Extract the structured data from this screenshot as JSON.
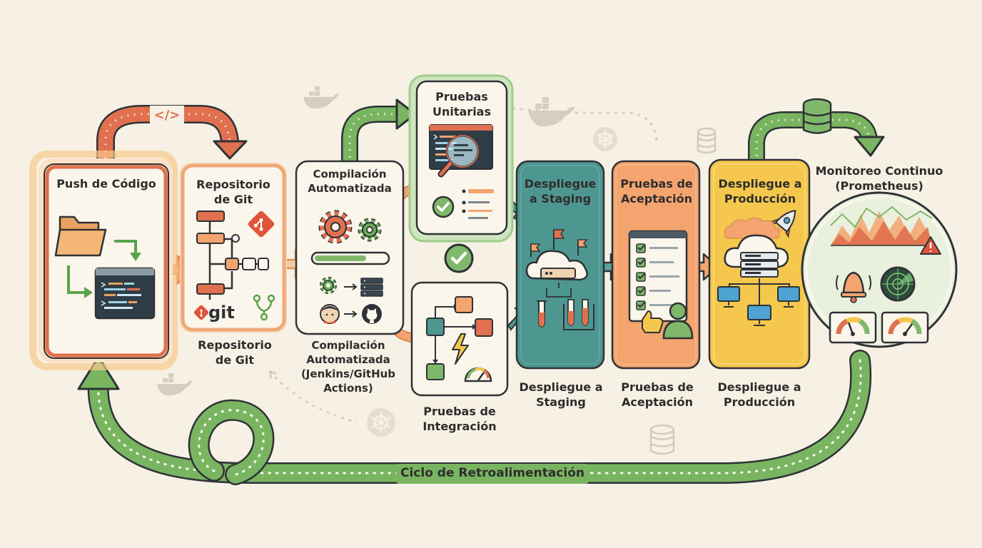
{
  "stages": {
    "push": {
      "title": "Push de Código"
    },
    "repo": {
      "title": "Repositorio de Git",
      "caption": "Repositorio de Git",
      "logo_text": "git"
    },
    "build": {
      "title": "Compilación Automatizada",
      "caption": "Compilación Automatizada (Jenkins/GitHub Actions)"
    },
    "unit": {
      "title": "Pruebas Unitarias"
    },
    "integration": {
      "caption": "Pruebas de Integración"
    },
    "staging": {
      "title": "Despliegue a Staging",
      "caption": "Despliegue a Staging"
    },
    "acceptance": {
      "title": "Pruebas de Aceptación",
      "caption": "Pruebas de Aceptación"
    },
    "production": {
      "title": "Despliegue a Producción",
      "caption": "Despliegue a Producción"
    },
    "monitoring": {
      "title": "Monitoreo Continuo (Prometheus)"
    }
  },
  "top_code_symbol": "</>",
  "feedback_label": "Ciclo de Retroalimentación",
  "icons": [
    "folder-icon",
    "terminal-icon",
    "git-branch-icon",
    "git-logo-icon",
    "gear-icon",
    "progress-bar-icon",
    "server-icon",
    "jenkins-icon",
    "github-icon",
    "magnifier-icon",
    "checkmark-icon",
    "flowchart-icon",
    "lightning-icon",
    "gauge-icon",
    "cloud-icon",
    "flag-icon",
    "test-tube-icon",
    "checklist-icon",
    "thumbs-up-icon",
    "user-icon",
    "rocket-icon",
    "monitor-icon",
    "database-icon",
    "bell-icon",
    "radar-icon",
    "warning-icon",
    "docker-whale-icon",
    "kubernetes-icon"
  ],
  "colors": {
    "background": "#f6f1e4",
    "orange_red": "#e0704f",
    "peach": "#f3a46f",
    "green": "#6aab5a",
    "teal": "#4e9790",
    "amber": "#f5c84d",
    "dark_outline": "#2f3236"
  }
}
